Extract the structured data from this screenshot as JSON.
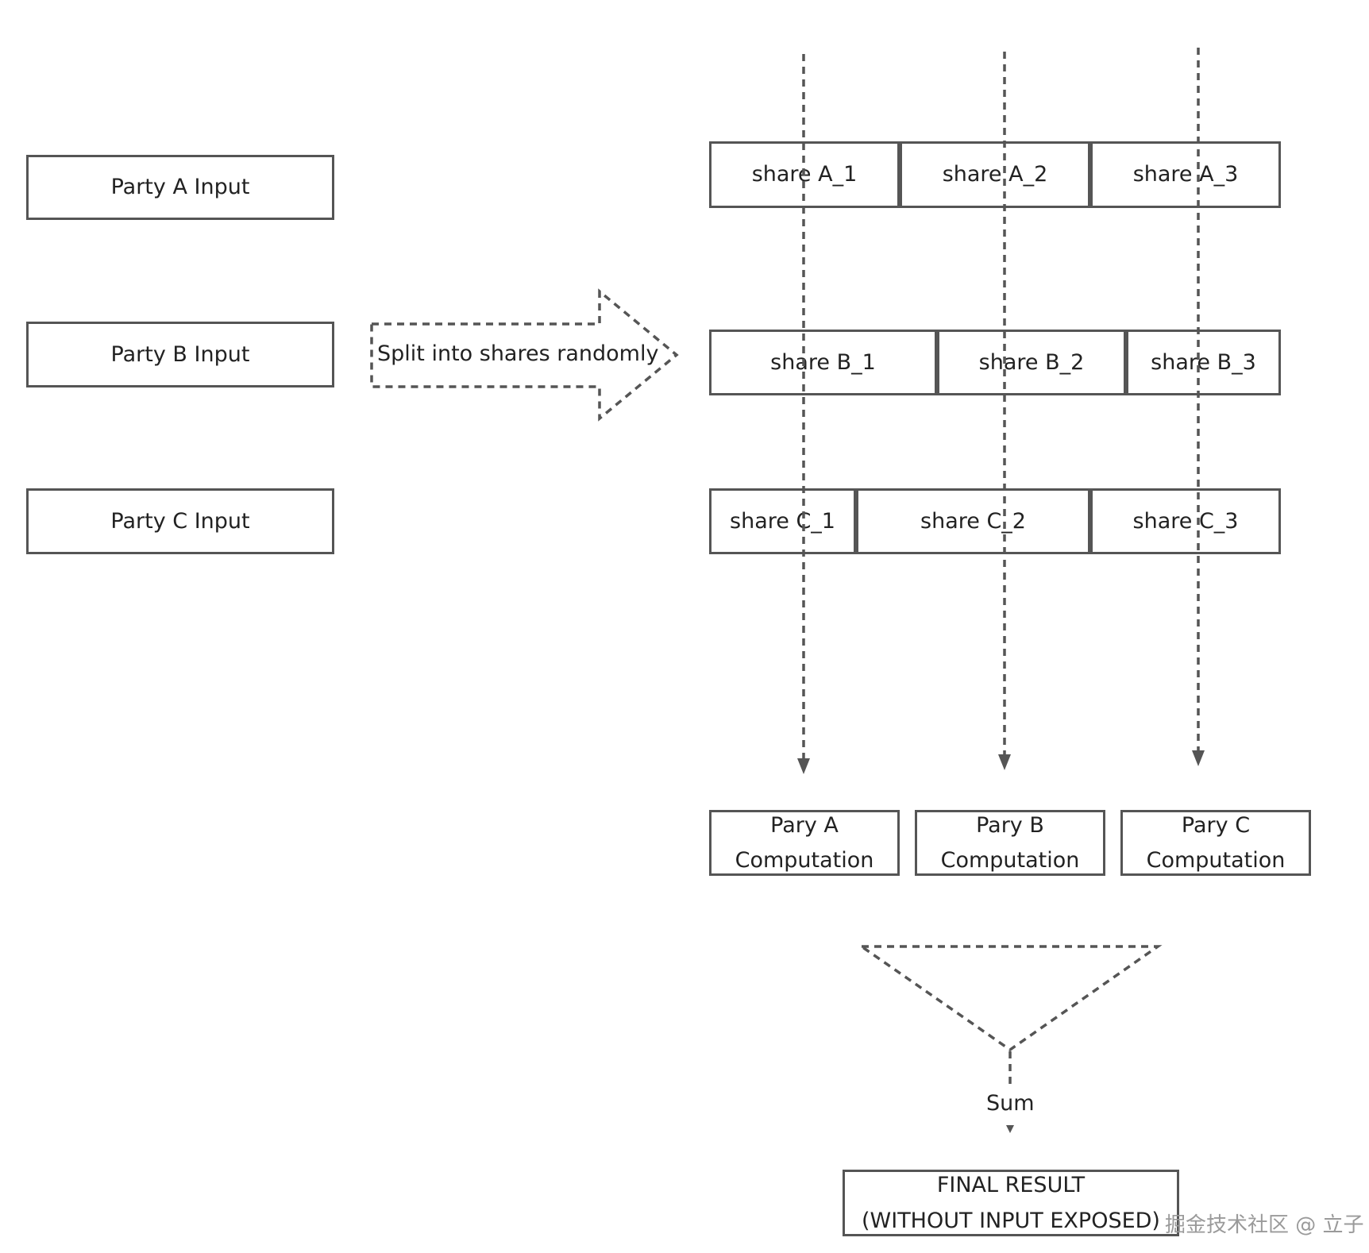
{
  "inputs": {
    "party_a": "Party A Input",
    "party_b": "Party B Input",
    "party_c": "Party C Input"
  },
  "split_label": "Split into shares randomly",
  "shares": {
    "a1": "share A_1",
    "a2": "share A_2",
    "a3": "share A_3",
    "b1": "share B_1",
    "b2": "share B_2",
    "b3": "share B_3",
    "c1": "share C_1",
    "c2": "share C_2",
    "c3": "share C_3"
  },
  "computations": {
    "a": {
      "line1": "Pary A",
      "line2": "Computation"
    },
    "b": {
      "line1": "Pary B",
      "line2": "Computation"
    },
    "c": {
      "line1": "Pary C",
      "line2": "Computation"
    }
  },
  "sum_label": "Sum",
  "final": {
    "line1": "FINAL RESULT",
    "line2": "(WITHOUT INPUT EXPOSED)"
  },
  "watermark": "掘金技术社区 @ 立子",
  "colors": {
    "stroke": "#555555",
    "text": "#222222",
    "watermark": "#9a9a9a"
  }
}
